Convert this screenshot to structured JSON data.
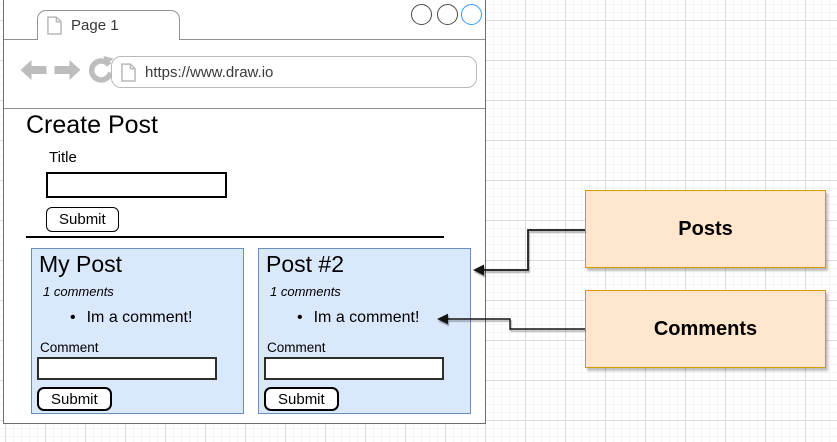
{
  "colors": {
    "card_fill": "#dae8fc",
    "card_border": "#6c8ebf",
    "annotation_fill": "#ffe6cc",
    "annotation_border": "#d79b00",
    "active_circle": "#3399ff"
  },
  "browser": {
    "tab": {
      "label": "Page 1"
    },
    "url": "https://www.draw.io",
    "icons": {
      "tab": "page-icon",
      "back": "back-icon",
      "forward": "forward-icon",
      "reload": "reload-icon",
      "urlbar": "page-icon"
    }
  },
  "create_post": {
    "heading": "Create Post",
    "title_label": "Title",
    "title_value": "",
    "submit_label": "Submit"
  },
  "posts": [
    {
      "title": "My Post",
      "comments_count": "1 comments",
      "comments": [
        "Im a comment!"
      ],
      "bullet": "•",
      "comment_label": "Comment",
      "comment_value": "",
      "submit_label": "Submit"
    },
    {
      "title": "Post #2",
      "comments_count": "1 comments",
      "comments": [
        "Im a comment!"
      ],
      "bullet": "•",
      "comment_label": "Comment",
      "comment_value": "",
      "submit_label": "Submit"
    }
  ],
  "annotations": [
    {
      "label": "Posts"
    },
    {
      "label": "Comments"
    }
  ]
}
